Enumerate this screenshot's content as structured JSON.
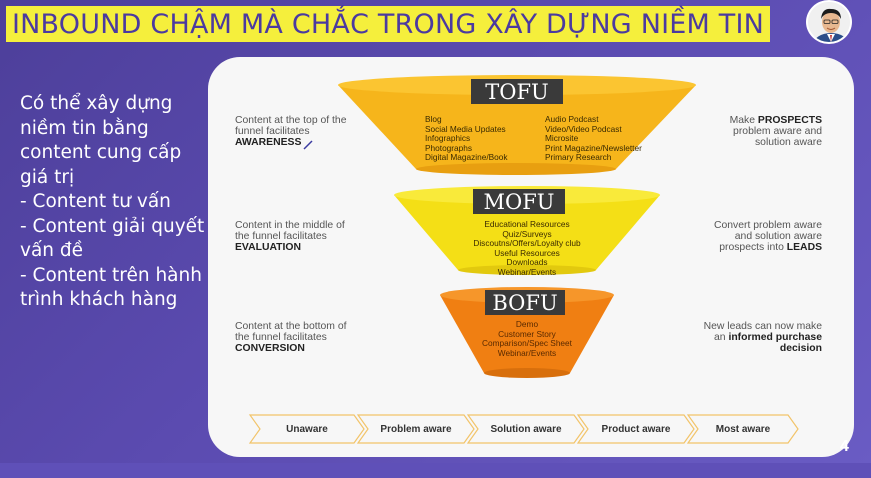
{
  "title": "INBOUND CHẬM MÀ CHẮC TRONG XÂY DỰNG NIỀM TIN",
  "left_text": [
    "Có thể xây dựng",
    "niềm tin bằng",
    "content cung cấp",
    "giá trị",
    "- Content tư vấn",
    "- Content giải quyết",
    "vấn đề",
    "- Content trên hành",
    "trình khách hàng"
  ],
  "funnel": {
    "tofu": {
      "label": "TOFU",
      "left_col": [
        "Blog",
        "Social Media Updates",
        "Infographics",
        "Photographs",
        "Digital Magazine/Book"
      ],
      "right_col": [
        "Audio Podcast",
        "Video/Video Podcast",
        "Microsite",
        "Print Magazine/Newsletter",
        "Primary Research"
      ],
      "desc_left": [
        "Content at the top of the",
        "funnel facilitates"
      ],
      "desc_left_bold": "AWARENESS",
      "desc_right_pre": "Make ",
      "desc_right_bold": "PROSPECTS",
      "desc_right": [
        "problem aware and",
        "solution aware"
      ]
    },
    "mofu": {
      "label": "MOFU",
      "items": [
        "Educational Resources",
        "Quiz/Surveys",
        "Discoutns/Offers/Loyalty club",
        "Useful Resources",
        "Downloads",
        "Webinar/Events"
      ],
      "desc_left": [
        "Content in the middle of",
        "the funnel facilitates"
      ],
      "desc_left_bold": "EVALUATION",
      "desc_right": [
        "Convert problem aware",
        "and solution aware"
      ],
      "desc_right_pre": "prospects into ",
      "desc_right_bold": "LEADS"
    },
    "bofu": {
      "label": "BOFU",
      "items": [
        "Demo",
        "Customer Story",
        "Comparison/Spec Sheet",
        "Webinar/Events"
      ],
      "desc_left": [
        "Content at the bottom of",
        "the funnel facilitates"
      ],
      "desc_left_bold": "CONVERSION",
      "desc_right": [
        "New leads can now make"
      ],
      "desc_right_pre": "an ",
      "desc_right_bold": "informed purchase",
      "desc_right_last": "decision"
    }
  },
  "stages": [
    "Unaware",
    "Problem aware",
    "Solution aware",
    "Product aware",
    "Most aware"
  ],
  "page_number": "4",
  "colors": {
    "title_bg": "#f5ef3c",
    "title_text": "#4b3aa0",
    "background": "#5b4bb0",
    "tofu": "#f6b51b",
    "mofu": "#f4df16",
    "bofu": "#f07f12",
    "label_bg": "#3a3a3a"
  }
}
